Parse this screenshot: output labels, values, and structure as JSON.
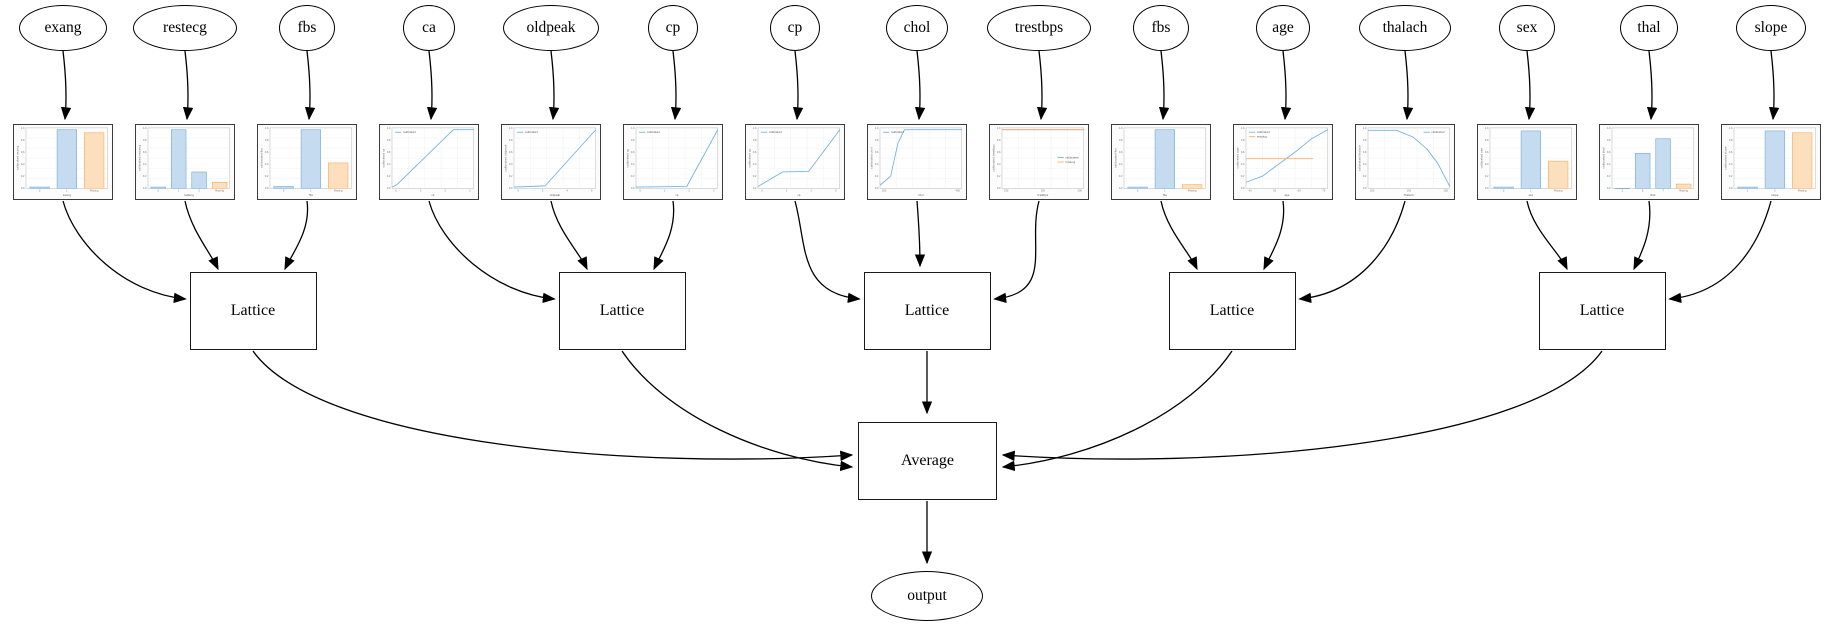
{
  "diagram": {
    "lattices": [
      {
        "label": "Lattice"
      },
      {
        "label": "Lattice"
      },
      {
        "label": "Lattice"
      },
      {
        "label": "Lattice"
      },
      {
        "label": "Lattice"
      }
    ],
    "groups": [
      [
        0,
        1,
        2
      ],
      [
        3,
        4,
        5
      ],
      [
        6,
        7,
        8
      ],
      [
        9,
        10,
        11
      ],
      [
        12,
        13,
        14
      ]
    ],
    "average": {
      "label": "Average"
    },
    "output": {
      "label": "output"
    }
  },
  "chart_style": {
    "calibrated_color": "#74b3de",
    "missing_color": "#fdae6b",
    "bar_blue_fill": "#c5dcf0",
    "bar_blue_edge": "#6fa8d6",
    "bar_orange_fill": "#fcdfbd",
    "bar_orange_edge": "#f9ab58",
    "grid_color": "#ececec",
    "spine_color": "#b5b5b5",
    "tick_color": "#777777",
    "yticks": [
      "0.0",
      "0.2",
      "0.4",
      "0.6",
      "0.8",
      "1.0"
    ]
  },
  "chart_data": [
    {
      "feature": "exang",
      "type": "bar",
      "ylabel": "calibrated exang",
      "xlabel": "exang",
      "categories": [
        "0",
        "1",
        "Missing"
      ],
      "values": [
        0.02,
        0.97,
        0.92
      ],
      "bar_colors": [
        "blue",
        "blue",
        "orange"
      ],
      "legend": []
    },
    {
      "feature": "restecg",
      "type": "bar",
      "ylabel": "calibrated restecg",
      "xlabel": "restecg",
      "categories": [
        "0",
        "1",
        "2",
        "Missing"
      ],
      "values": [
        0.02,
        0.97,
        0.27,
        0.1
      ],
      "bar_colors": [
        "blue",
        "blue",
        "blue",
        "orange"
      ],
      "legend": []
    },
    {
      "feature": "fbs",
      "type": "bar",
      "ylabel": "calibrated fbs",
      "xlabel": "fbs",
      "categories": [
        "0",
        "1",
        "Missing"
      ],
      "values": [
        0.03,
        0.97,
        0.42
      ],
      "bar_colors": [
        "blue",
        "blue",
        "orange"
      ],
      "legend": []
    },
    {
      "feature": "ca",
      "type": "line",
      "ylabel": "calibrated ca",
      "xlabel": "ca",
      "xticks": [
        "0",
        "1",
        "2",
        "3"
      ],
      "legend": [
        "calibrated"
      ],
      "legend_pos": "tl",
      "series": [
        {
          "name": "calibrated",
          "color": "calibrated",
          "points": [
            [
              0,
              0.02
            ],
            [
              0.06,
              0.06
            ],
            [
              0.75,
              0.97
            ],
            [
              1,
              0.97
            ]
          ]
        }
      ]
    },
    {
      "feature": "oldpeak",
      "type": "line",
      "ylabel": "calibrated oldpeak",
      "xlabel": "oldpeak",
      "xticks": [
        "0",
        "2",
        "4",
        "6"
      ],
      "legend": [
        "calibrated"
      ],
      "legend_pos": "tl",
      "series": [
        {
          "name": "calibrated",
          "color": "calibrated",
          "points": [
            [
              0,
              0.02
            ],
            [
              0.38,
              0.04
            ],
            [
              1,
              0.97
            ]
          ]
        }
      ]
    },
    {
      "feature": "cp",
      "type": "line",
      "ylabel": "calibrated cp",
      "xlabel": "cp",
      "xticks": [
        "0",
        "1",
        "2",
        "3"
      ],
      "legend": [
        "calibrated"
      ],
      "legend_pos": "tl",
      "series": [
        {
          "name": "calibrated",
          "color": "calibrated",
          "points": [
            [
              0,
              0.02
            ],
            [
              0.62,
              0.03
            ],
            [
              1,
              0.97
            ]
          ]
        }
      ]
    },
    {
      "feature": "cp",
      "type": "line",
      "ylabel": "calibrated cp",
      "xlabel": "cp",
      "xticks": [
        "0",
        "1",
        "2",
        "3"
      ],
      "legend": [
        "calibrated"
      ],
      "legend_pos": "tl",
      "series": [
        {
          "name": "calibrated",
          "color": "calibrated",
          "points": [
            [
              0,
              0.03
            ],
            [
              0.3,
              0.27
            ],
            [
              0.62,
              0.28
            ],
            [
              1,
              0.97
            ]
          ]
        }
      ]
    },
    {
      "feature": "chol",
      "type": "line",
      "ylabel": "calibrated chol",
      "xlabel": "chol",
      "xticks": [
        "200",
        "400"
      ],
      "legend": [
        "calibrated"
      ],
      "legend_pos": "tl",
      "series": [
        {
          "name": "calibrated",
          "color": "calibrated",
          "points": [
            [
              0,
              0.05
            ],
            [
              0.13,
              0.2
            ],
            [
              0.22,
              0.75
            ],
            [
              0.3,
              0.97
            ],
            [
              1,
              0.97
            ]
          ]
        }
      ]
    },
    {
      "feature": "trestbps",
      "type": "line",
      "ylabel": "calibrated trestbps",
      "xlabel": "trestbps",
      "xticks": [
        "100",
        "150",
        "200"
      ],
      "legend": [
        "calibrated",
        "missing"
      ],
      "legend_pos": "cr",
      "series": [
        {
          "name": "calibrated",
          "color": "calibrated",
          "points": [
            [
              0,
              0.97
            ],
            [
              1,
              0.97
            ]
          ]
        },
        {
          "name": "missing",
          "color": "missing",
          "points": [
            [
              0,
              0.97
            ],
            [
              1,
              0.97
            ]
          ]
        }
      ]
    },
    {
      "feature": "fbs",
      "type": "bar",
      "ylabel": "calibrated fbs",
      "xlabel": "fbs",
      "categories": [
        "0",
        "1",
        "Missing"
      ],
      "values": [
        0.02,
        0.97,
        0.06
      ],
      "bar_colors": [
        "blue",
        "blue",
        "orange"
      ],
      "legend": []
    },
    {
      "feature": "age",
      "type": "line",
      "ylabel": "calibrated age",
      "xlabel": "age",
      "xticks": [
        "40",
        "50",
        "60",
        "70"
      ],
      "legend": [
        "calibrated",
        "missing"
      ],
      "legend_pos": "tl",
      "series": [
        {
          "name": "calibrated",
          "color": "calibrated",
          "points": [
            [
              0,
              0.1
            ],
            [
              0.2,
              0.2
            ],
            [
              0.45,
              0.45
            ],
            [
              0.62,
              0.62
            ],
            [
              0.8,
              0.82
            ],
            [
              1,
              0.97
            ]
          ]
        },
        {
          "name": "missing",
          "color": "missing",
          "points": [
            [
              0,
              0.49
            ],
            [
              0.82,
              0.49
            ]
          ]
        }
      ]
    },
    {
      "feature": "thalach",
      "type": "line",
      "ylabel": "calibrated thalach",
      "xlabel": "thalach",
      "xticks": [
        "100",
        "150",
        "200"
      ],
      "legend": [
        "calibrated"
      ],
      "legend_pos": "tr",
      "series": [
        {
          "name": "calibrated",
          "color": "calibrated",
          "points": [
            [
              0,
              0.96
            ],
            [
              0.35,
              0.96
            ],
            [
              0.55,
              0.85
            ],
            [
              0.72,
              0.65
            ],
            [
              0.85,
              0.42
            ],
            [
              1,
              0.03
            ]
          ]
        }
      ]
    },
    {
      "feature": "sex",
      "type": "bar",
      "ylabel": "calibrated sex",
      "xlabel": "sex",
      "categories": [
        "0",
        "1",
        "Missing"
      ],
      "values": [
        0.02,
        0.95,
        0.45
      ],
      "bar_colors": [
        "blue",
        "blue",
        "orange"
      ],
      "legend": []
    },
    {
      "feature": "thal",
      "type": "bar",
      "ylabel": "calibrated thal",
      "xlabel": "thal",
      "categories": [
        "3",
        "6",
        "7",
        "Missing"
      ],
      "values": [
        0,
        0.58,
        0.82,
        0.07
      ],
      "bar_colors": [
        "blue",
        "blue",
        "blue",
        "orange"
      ],
      "legend": []
    },
    {
      "feature": "slope",
      "type": "bar",
      "ylabel": "calibrated slope",
      "xlabel": "slope",
      "categories": [
        "1",
        "2",
        "Missing"
      ],
      "values": [
        0.02,
        0.95,
        0.92
      ],
      "bar_colors": [
        "blue",
        "blue",
        "orange"
      ],
      "legend": []
    }
  ]
}
